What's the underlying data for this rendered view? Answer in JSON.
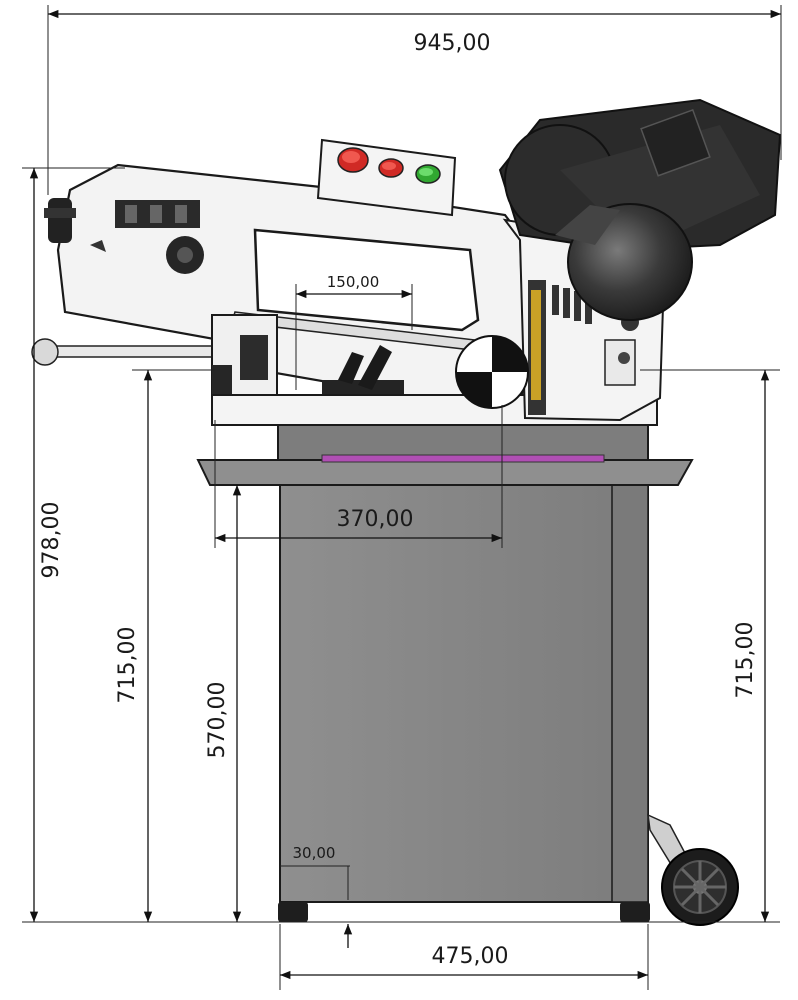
{
  "dimensions": {
    "overall_width": "945,00",
    "overall_height": "978,00",
    "height_left": "715,00",
    "table_height": "570,00",
    "height_right": "715,00",
    "cut_width_370": "370,00",
    "cut_capacity_150": "150,00",
    "foot_offset": "30,00",
    "base_width": "475,00"
  },
  "colors": {
    "cabinet": "#878787",
    "cabinet_dark": "#6f6f6f",
    "tray": "#8d8d8d",
    "chip_slot": "#b04fb4",
    "machine_body": "#f2f2f2",
    "motor": "#2b2b2b",
    "lamp_red": "#e8322e",
    "lamp_green": "#3cc43c"
  },
  "icons": {
    "start_button": "red-button-icon",
    "stop_button": "red-button-icon",
    "run_lamp": "green-button-icon",
    "wheel": "wheel-icon",
    "center_mark": "crosshair-icon"
  }
}
